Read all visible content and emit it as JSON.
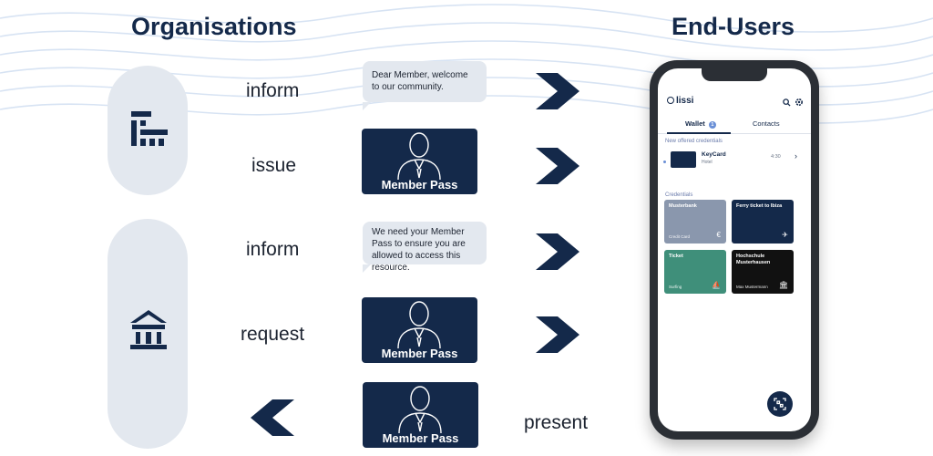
{
  "headings": {
    "left": "Organisations",
    "right": "End-Users"
  },
  "actions": [
    "inform",
    "issue",
    "inform",
    "request",
    "present"
  ],
  "bubbles": {
    "welcome": "Dear Member, welcome to our community.",
    "request": "We need your Member Pass to ensure you are allowed to access this resource."
  },
  "card_label": "Member Pass",
  "colors": {
    "navy": "#14294a",
    "pill": "#e3e8ef",
    "grey_card": "#8a97ad",
    "green_card": "#3f8f7a",
    "black_card": "#111111"
  },
  "icons": {
    "org1": "office-building-icon",
    "org2": "bank-icon"
  },
  "app": {
    "brand": "lissi",
    "tabs": {
      "wallet": "Wallet",
      "wallet_badge": "1",
      "contacts": "Contacts"
    },
    "offered_label": "New offered credentials",
    "offered_item": {
      "title": "KeyCard",
      "subtitle": "Hotel",
      "time": "4:30"
    },
    "credentials_label": "Credentials",
    "cards": [
      {
        "title": "Musterbank",
        "bottom": "Credit Card"
      },
      {
        "title": "Ferry ticket to Ibiza",
        "bottom": ""
      },
      {
        "title": "Ticket",
        "bottom": "Surfing"
      },
      {
        "title": "Hochschule Musterhausen",
        "bottom": "Max Mustermann"
      }
    ]
  }
}
